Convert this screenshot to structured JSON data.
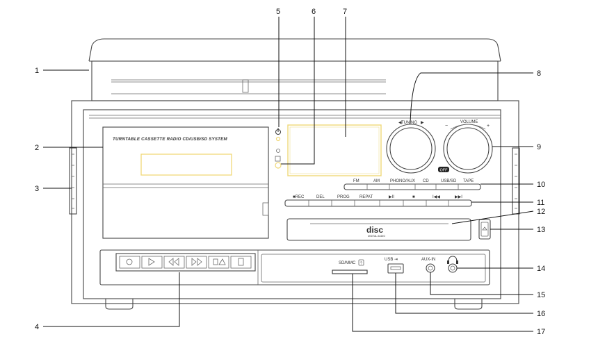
{
  "device": {
    "cassette_title": "TURNTABLE CASSETTE RADIO CD/USB/SD SYSTEM",
    "tuning_label": "TUNING",
    "volume_label": "VOLUME",
    "volume_minus": "−",
    "volume_plus": "+",
    "off_label": "OFF",
    "source_labels": [
      "FM",
      "AM",
      "PHONO/AUX",
      "CD",
      "USB/SD",
      "TAPE"
    ],
    "control_labels": [
      "■REC",
      "DEL",
      "PROG",
      "REPAT",
      "▶II",
      "■",
      "I◀◀",
      "▶▶I"
    ],
    "cd_logo_top": "disc",
    "cd_logo_bottom": "DIGITAL AUDIO",
    "sd_label": "SD/MMC",
    "usb_label": "USB",
    "aux_label": "AUX-IN",
    "headphone_icon": "headphone-icon",
    "cassette_buttons": [
      "record-icon",
      "play-icon",
      "rewind-icon",
      "fast-forward-icon",
      "stop-eject-icon",
      "pause-icon"
    ],
    "accent_color": "#f0d878"
  },
  "callouts": {
    "c1": "1",
    "c2": "2",
    "c3": "3",
    "c4": "4",
    "c5": "5",
    "c6": "6",
    "c7": "7",
    "c8": "8",
    "c9": "9",
    "c10": "10",
    "c11": "11",
    "c12": "12",
    "c13": "13",
    "c14": "14",
    "c15": "15",
    "c16": "16",
    "c17": "17"
  }
}
